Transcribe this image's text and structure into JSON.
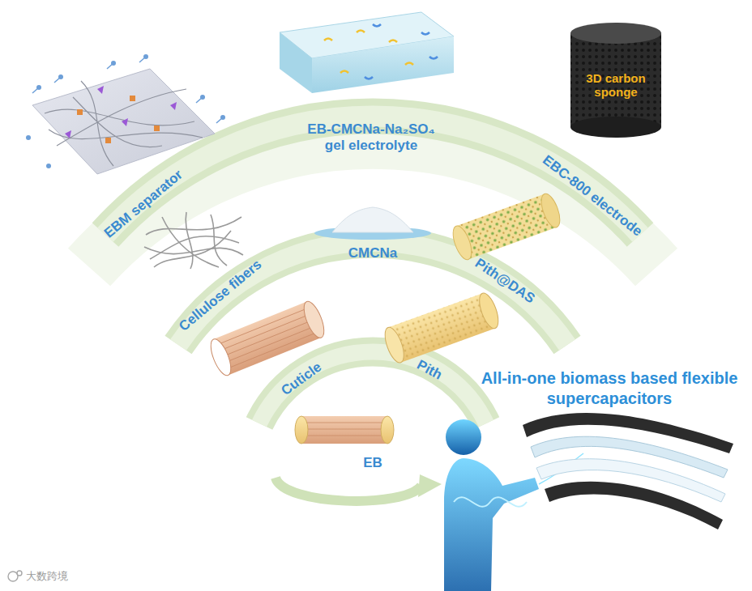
{
  "diagram": {
    "title": "All-in-one biomass based flexible supercapacitors",
    "nodes": [
      {
        "text": [
          "3D carbon sponge"
        ]
      }
    ],
    "labels": [
      "EBM separator",
      "EB-CMCNa-Na₂SO₄ gel electrolyte",
      "EBC-800 electrode",
      "Cellulose fibers",
      "CMCNa",
      "Pith@DAS",
      "Cuticle",
      "Pith",
      "EB",
      "大数跨境"
    ]
  }
}
